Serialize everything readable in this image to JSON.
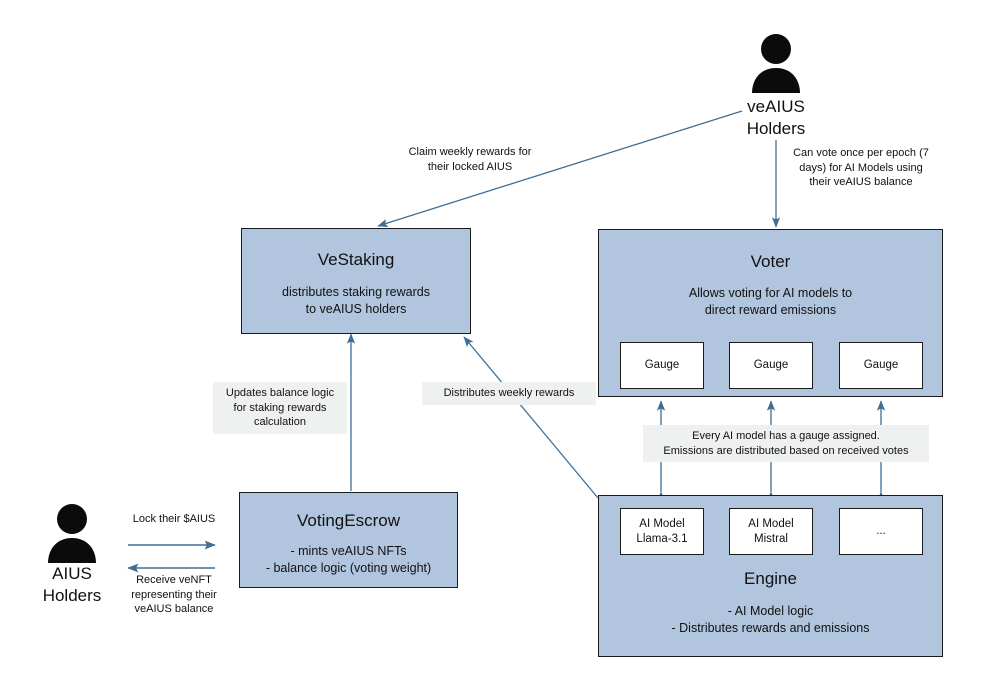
{
  "diagram": {
    "title": "veAIUS staking and voting architecture",
    "colors": {
      "box_fill": "#b1c5de",
      "box_border": "#1b1b1b",
      "arrow": "#3f6f96",
      "label_chip": "#eff0f0",
      "canvas": "#ffffff"
    }
  },
  "actors": {
    "ve_holders": {
      "label": "veAIUS\nHolders",
      "icon": "person-icon"
    },
    "aius_holders": {
      "label": "AIUS\nHolders",
      "icon": "person-icon"
    }
  },
  "nodes": {
    "vestaking": {
      "title": "VeStaking",
      "subtitle": "distributes staking rewards\nto veAIUS holders"
    },
    "voter": {
      "title": "Voter",
      "subtitle": "Allows voting for AI models to\ndirect reward emissions",
      "gauges": [
        {
          "label": "Gauge"
        },
        {
          "label": "Gauge"
        },
        {
          "label": "Gauge"
        }
      ]
    },
    "votingescrow": {
      "title": "VotingEscrow",
      "subtitle": "- mints veAIUS NFTs\n- balance logic (voting weight)"
    },
    "engine": {
      "title": "Engine",
      "subtitle": "- AI Model logic\n- Distributes rewards and emissions",
      "models": [
        {
          "label": "AI Model\nLlama-3.1"
        },
        {
          "label": "AI Model\nMistral"
        },
        {
          "label": "..."
        }
      ]
    }
  },
  "edge_labels": {
    "claim_rewards": "Claim weekly rewards for\ntheir locked AIUS",
    "can_vote": "Can vote once per epoch (7\ndays)  for AI Models using\ntheir veAIUS balance",
    "updates_balance": "Updates balance logic\nfor staking rewards\ncalculation",
    "distributes_weekly": "Distributes weekly rewards",
    "gauge_assigned": "Every AI model has a gauge assigned.\nEmissions are distributed based on received votes",
    "lock_aius": "Lock their $AIUS",
    "receive_venft": "Receive veNFT\nrepresenting their\nveAIUS balance"
  }
}
